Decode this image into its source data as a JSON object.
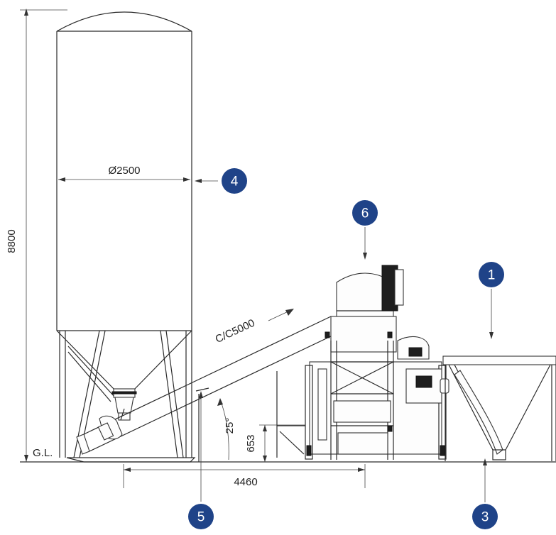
{
  "dimensions": {
    "height": "8800",
    "diameter": "Ø2500",
    "conveyor": "C/C5000",
    "angle": "25°",
    "rise": "653",
    "length": "4460",
    "ground": "G.L."
  },
  "callouts": [
    "1",
    "3",
    "4",
    "5",
    "6"
  ],
  "colors": {
    "badge": "#1f4388",
    "lines": "#2a2a2a"
  }
}
